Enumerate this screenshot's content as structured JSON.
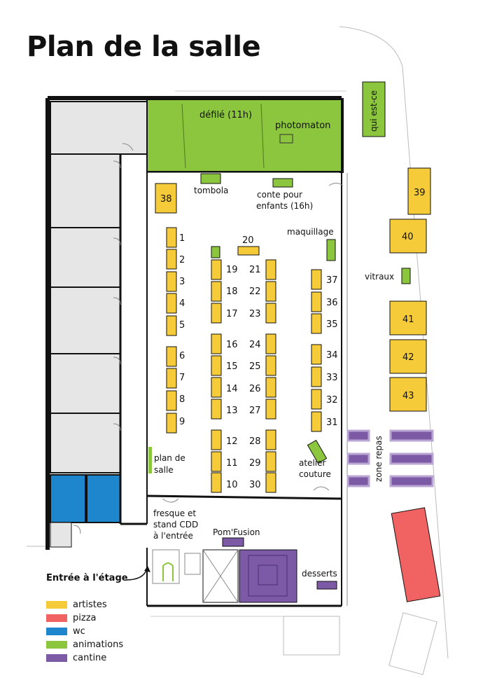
{
  "title": "Plan de la salle",
  "colors": {
    "artistes": "#f5cb3a",
    "pizza": "#f16363",
    "wc": "#1d86cc",
    "animations": "#8cc63f",
    "cantine": "#7d5aa6",
    "rooms": "#e6e6e6",
    "walls": "#111111"
  },
  "labels": {
    "defile": "défilé (11h)",
    "photomaton": "photomaton",
    "tombola": "tombola",
    "conte": "conte pour",
    "conte2": "enfants (16h)",
    "maquillage": "maquillage",
    "qui_est_ce": "qui est-ce",
    "vitraux": "vitraux",
    "zone_repas": "zone repas",
    "plan_salle_1": "plan de",
    "plan_salle_2": "salle",
    "atelier_1": "atelier",
    "atelier_2": "couture",
    "fresque_1": "fresque et",
    "fresque_2": "stand CDD",
    "fresque_3": "à l'entrée",
    "pomfusion": "Pom'Fusion",
    "desserts": "desserts"
  },
  "entrance_label": "Entrée à l'étage",
  "stands": [
    "1",
    "2",
    "3",
    "4",
    "5",
    "6",
    "7",
    "8",
    "9",
    "10",
    "11",
    "12",
    "13",
    "14",
    "15",
    "16",
    "17",
    "18",
    "19",
    "20",
    "21",
    "22",
    "23",
    "24",
    "25",
    "26",
    "27",
    "28",
    "29",
    "30",
    "31",
    "32",
    "33",
    "34",
    "35",
    "36",
    "37",
    "38",
    "39",
    "40",
    "41",
    "42",
    "43"
  ],
  "legend": [
    {
      "label": "artistes",
      "color": "#f5cb3a"
    },
    {
      "label": "pizza",
      "color": "#f16363"
    },
    {
      "label": "wc",
      "color": "#1d86cc"
    },
    {
      "label": "animations",
      "color": "#8cc63f"
    },
    {
      "label": "cantine",
      "color": "#7d5aa6"
    }
  ]
}
